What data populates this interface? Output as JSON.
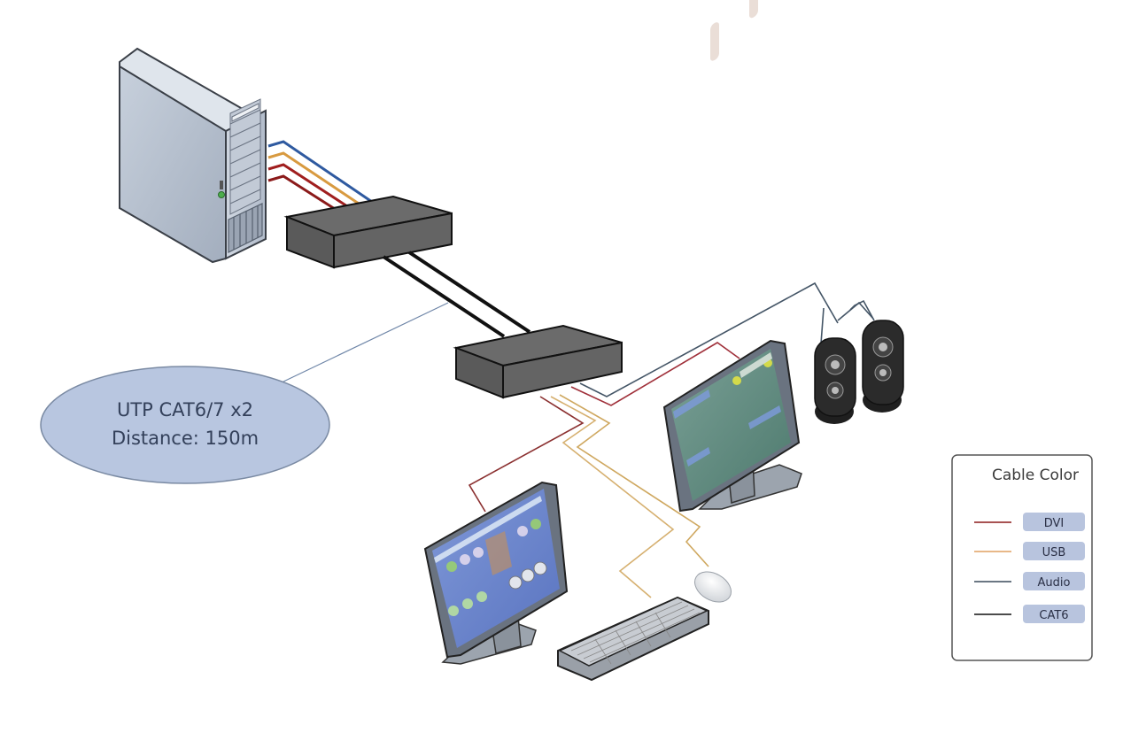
{
  "diagram": {
    "type": "KVM extender connection diagram",
    "callout": {
      "line1": "UTP CAT6/7 x2",
      "line2": "Distance: 150m",
      "fill": "#b8c6e0"
    },
    "legend": {
      "title": "Cable Color",
      "items": [
        {
          "label": "DVI",
          "color": "#8b1a1a"
        },
        {
          "label": "USB",
          "color": "#e0a060"
        },
        {
          "label": "Audio",
          "color": "#3a4a5a"
        },
        {
          "label": "CAT6",
          "color": "#111111"
        }
      ],
      "badge_fill": "#b8c4de"
    },
    "devices": {
      "computer": "PC tower",
      "transmitter": "KVM transmitter",
      "receiver": "KVM receiver",
      "monitors": [
        "Monitor 1",
        "Monitor 2"
      ],
      "speakers": "Speakers",
      "keyboard": "Keyboard",
      "mouse": "Mouse"
    },
    "cable_colors": {
      "dvi": "#8b1a1a",
      "usb": "#d89a50",
      "audio": "#2f4f7a",
      "cat6": "#111111",
      "usb_light": "#e8d49a"
    }
  }
}
